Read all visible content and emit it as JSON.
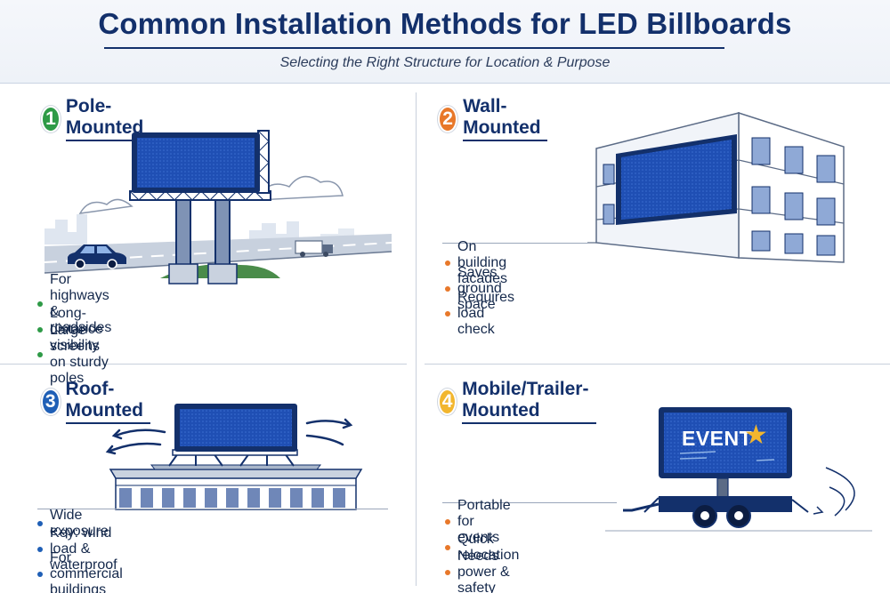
{
  "header": {
    "title": "Common Installation Methods for LED Billboards",
    "subtitle": "Selecting the Right Structure for Location & Purpose"
  },
  "colors": {
    "navy": "#13306b",
    "screen_blue": "#1f4fb4",
    "green": "#2e9a47",
    "orange": "#e8782a",
    "blue": "#1f5fb6",
    "yellow": "#f2b62e"
  },
  "panels": [
    {
      "number": "1",
      "title": "Pole-Mounted",
      "badge_color": "#2e9a47",
      "bullets": [
        "For highways & roadsides",
        "Long-distance visibility",
        "Large screens on sturdy poles"
      ]
    },
    {
      "number": "2",
      "title": "Wall-Mounted",
      "badge_color": "#e8782a",
      "bullets": [
        "On building facades",
        "Saves ground space",
        "Requires load check"
      ]
    },
    {
      "number": "3",
      "title": "Roof-Mounted",
      "badge_color": "#1f5fb6",
      "bullets": [
        "Wide exposure",
        "Key: wind load & waterproof",
        "For commercial buildings"
      ]
    },
    {
      "number": "4",
      "title": "Mobile/Trailer-Mounted",
      "badge_color": "#f2b62e",
      "bullets": [
        "Portable for events",
        "Quick relocation",
        "Needs power & safety"
      ]
    }
  ],
  "trailer_screen_text": "EVENT",
  "icons": [
    "pole-billboard-illustration",
    "wall-building-illustration",
    "roof-billboard-illustration",
    "trailer-billboard-illustration",
    "star-icon"
  ]
}
